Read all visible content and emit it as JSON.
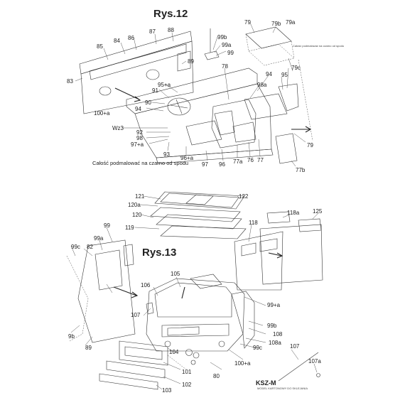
{
  "figures": {
    "fig12": {
      "title": "Rys.12",
      "note": "Całość podmalować na czarno od spodu"
    },
    "fig13": {
      "title": "Rys.13"
    }
  },
  "labels": {
    "l83": "83",
    "l84": "84",
    "l85": "85",
    "l86": "86",
    "l87": "87",
    "l88": "88",
    "l89": "89",
    "l90": "90",
    "l91": "91",
    "l92": "92",
    "l93": "93",
    "l94a": "94",
    "l94b": "94",
    "l95": "95",
    "l95a": "95+a",
    "l96": "96",
    "l96a": "96+a",
    "l97": "97",
    "l97a": "97+a",
    "l98": "98",
    "l98a": "98a",
    "l99": "99",
    "l99a": "99a",
    "l99b": "99b",
    "l100a": "100+a",
    "lwz3": "Wz3",
    "l76": "76",
    "l77": "77",
    "l77a": "77a",
    "l77b": "77b",
    "l78": "78",
    "l79top": "79",
    "l79bot": "79",
    "l79a": "79a",
    "l79b": "79b",
    "l79c": "79c",
    "f13_80": "80",
    "f13_82": "82",
    "f13_89": "89",
    "f13_99": "99",
    "f13_99a": "99a",
    "f13_99b": "99b",
    "f13_99c_l": "99c",
    "f13_99c_r": "99c",
    "f13_99pa": "99+a",
    "f13_9b": "9b",
    "f13_100a": "100+a",
    "f13_101": "101",
    "f13_102": "102",
    "f13_103": "103",
    "f13_104": "104",
    "f13_105": "105",
    "f13_106": "106",
    "f13_107l": "107",
    "f13_107r": "107",
    "f13_107a": "107a",
    "f13_108": "108",
    "f13_108a": "108a",
    "f13_118": "118",
    "f13_118a": "118a",
    "f13_119": "119",
    "f13_120": "120",
    "f13_120a": "120a",
    "f13_121": "121",
    "f13_122": "122",
    "f13_125": "125"
  },
  "small_note": "Całość podmalować na czarno od spodu",
  "logo": {
    "text": "KSZ-M",
    "sub": "MODEL KARTONOWY DO SKLEJANIA"
  }
}
